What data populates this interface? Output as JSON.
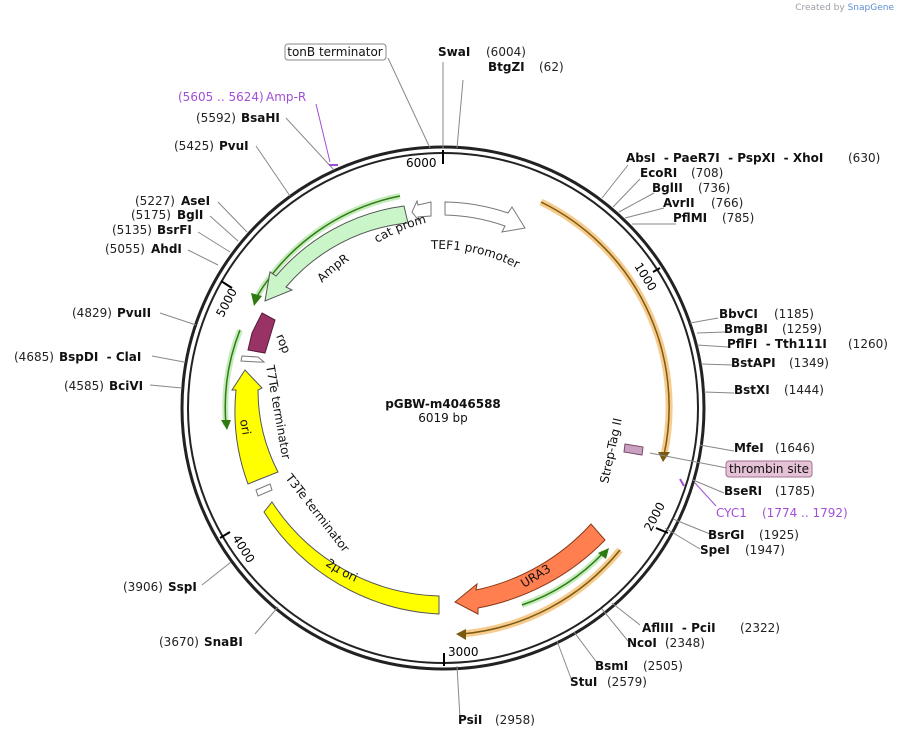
{
  "credit": {
    "prefix": "Created by",
    "brand": "SnapGene"
  },
  "plasmid": {
    "name": "pGBW-m4046588",
    "size_label": "6019 bp"
  },
  "ticks": [
    "6000",
    "1000",
    "2000",
    "3000",
    "4000",
    "5000"
  ],
  "features": {
    "cat_promoter": "cat promoter",
    "tef1_promoter": "TEF1 promoter",
    "ampr": "AmpR",
    "rop": "rop",
    "t7te": "T7Te terminator",
    "ori": "ori",
    "t3te": "T3Te terminator",
    "two_mu_ori": "2μ ori",
    "ura3": "URA3",
    "strep_tag": "Strep-Tag II"
  },
  "boxed_labels": {
    "tonb": "tonB terminator",
    "thrombin": "thrombin site"
  },
  "purple_labels": {
    "ampr_range": "(5605 .. 5624)",
    "ampr_name": "Amp-R",
    "cyc1_name": "CYC1",
    "cyc1_range": "(1774 .. 1792)"
  },
  "sites": {
    "swai": {
      "name": "SwaI",
      "pos": "(6004)"
    },
    "btgzi": {
      "name": "BtgZI",
      "pos": "(62)"
    },
    "absi_group": {
      "name": "AbsI  - PaeR7I  - PspXI  - XhoI",
      "pos": "(630)"
    },
    "ecori": {
      "name": "EcoRI",
      "pos": "(708)"
    },
    "bglii": {
      "name": "BglII",
      "pos": "(736)"
    },
    "avrii": {
      "name": "AvrII",
      "pos": "(766)"
    },
    "pflmi": {
      "name": "PflMI",
      "pos": "(785)"
    },
    "bbvci": {
      "name": "BbvCI",
      "pos": "(1185)"
    },
    "bmgbi": {
      "name": "BmgBI",
      "pos": "(1259)"
    },
    "pflfi": {
      "name": "PflFI  - Tth111I",
      "pos": "(1260)"
    },
    "bstapi": {
      "name": "BstAPI",
      "pos": "(1349)"
    },
    "bstxi": {
      "name": "BstXI",
      "pos": "(1444)"
    },
    "mfei": {
      "name": "MfeI",
      "pos": "(1646)"
    },
    "bseri": {
      "name": "BseRI",
      "pos": "(1785)"
    },
    "bsrgi": {
      "name": "BsrGI",
      "pos": "(1925)"
    },
    "spei": {
      "name": "SpeI",
      "pos": "(1947)"
    },
    "afliii": {
      "name": "AflIII  - PciI",
      "pos": "(2322)"
    },
    "ncoi": {
      "name": "NcoI",
      "pos": "(2348)"
    },
    "bsmi": {
      "name": "BsmI",
      "pos": "(2505)"
    },
    "stui": {
      "name": "StuI",
      "pos": "(2579)"
    },
    "psii": {
      "name": "PsiI",
      "pos": "(2958)"
    },
    "snabi": {
      "name": "SnaBI",
      "pos": "(3670)"
    },
    "sspi": {
      "name": "SspI",
      "pos": "(3906)"
    },
    "bcivi": {
      "name": "BciVI",
      "pos": "(4585)"
    },
    "bspdi": {
      "name": "BspDI  - ClaI",
      "pos": "(4685)"
    },
    "pvuii": {
      "name": "PvuII",
      "pos": "(4829)"
    },
    "ahdi": {
      "name": "AhdI",
      "pos": "(5055)"
    },
    "bsrfi": {
      "name": "BsrFI",
      "pos": "(5135)"
    },
    "bgli": {
      "name": "BglI",
      "pos": "(5175)"
    },
    "asei": {
      "name": "AseI",
      "pos": "(5227)"
    },
    "pvui": {
      "name": "PvuI",
      "pos": "(5425)"
    },
    "bsahi": {
      "name": "BsaHI",
      "pos": "(5592)"
    }
  },
  "colors": {
    "ampr": "#c9f5c9",
    "rop": "#993366",
    "ori": "#ffff00",
    "ura3": "#ff7f50",
    "orange": "#f0a030",
    "green": "#3a9a1a",
    "strep": "#c8a0c0",
    "purple": "#a14fd6",
    "thrombin_bg": "#e6c2d6"
  }
}
